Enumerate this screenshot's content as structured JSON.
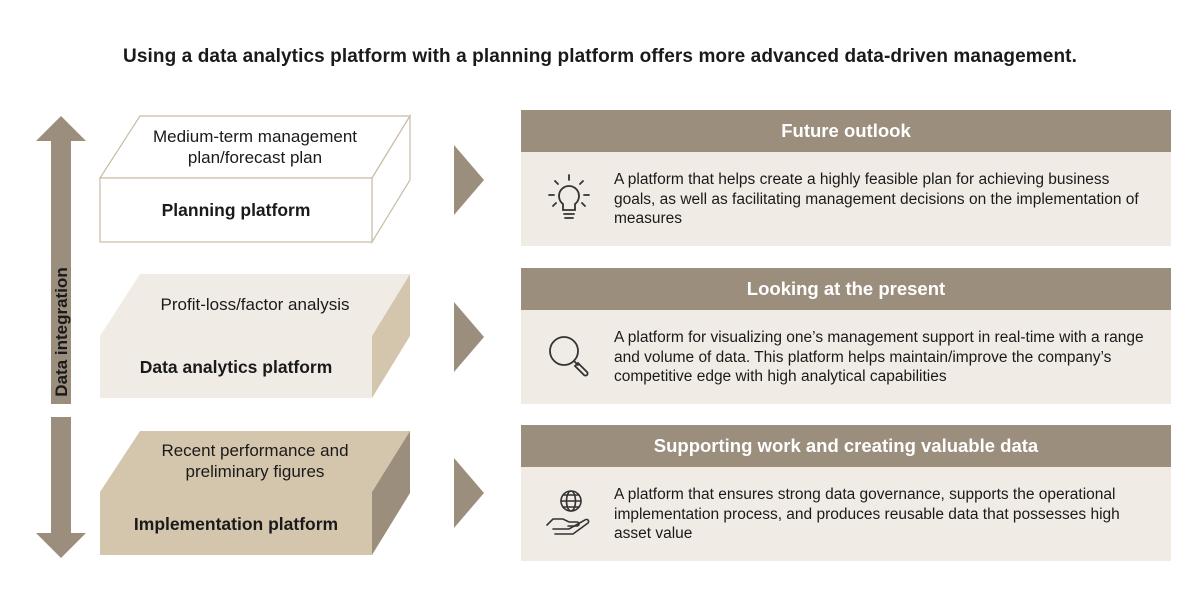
{
  "title": "Using a data analytics platform with a planning platform offers more advanced data-driven management.",
  "axis_label": "Data integration",
  "platforms": [
    {
      "top_text": "Medium-term management plan/forecast plan",
      "label": "Planning platform"
    },
    {
      "top_text": "Profit-loss/factor analysis",
      "label": "Data analytics platform"
    },
    {
      "top_text": "Recent performance and preliminary figures",
      "label": "Implementation platform"
    }
  ],
  "panels": [
    {
      "header": "Future outlook",
      "icon": "lightbulb-icon",
      "description": "A platform that helps create a highly feasible plan for achieving business goals, as well as facilitating management decisions on the implementation of measures"
    },
    {
      "header": "Looking at the present",
      "icon": "magnifier-icon",
      "description": "A platform for visualizing one’s management support in real-time with a range and volume of data. This platform helps maintain/improve the company’s competitive edge with high analytical capabilities"
    },
    {
      "header": "Supporting work and creating valuable data",
      "icon": "globe-hand-icon",
      "description": "A platform that ensures strong data governance, supports the operational implementation process, and produces reusable data that possesses high asset value"
    }
  ],
  "colors": {
    "brown": "#9c8e7d",
    "box1_fill": "#ffffff",
    "box1_side": "#ffffff",
    "box2_fill": "#f1ebe5",
    "box2_side": "#d4c6ad",
    "box3_fill": "#d4c6ad",
    "box3_side": "#9c8e7d",
    "panel_body": "#f1ebe5"
  }
}
